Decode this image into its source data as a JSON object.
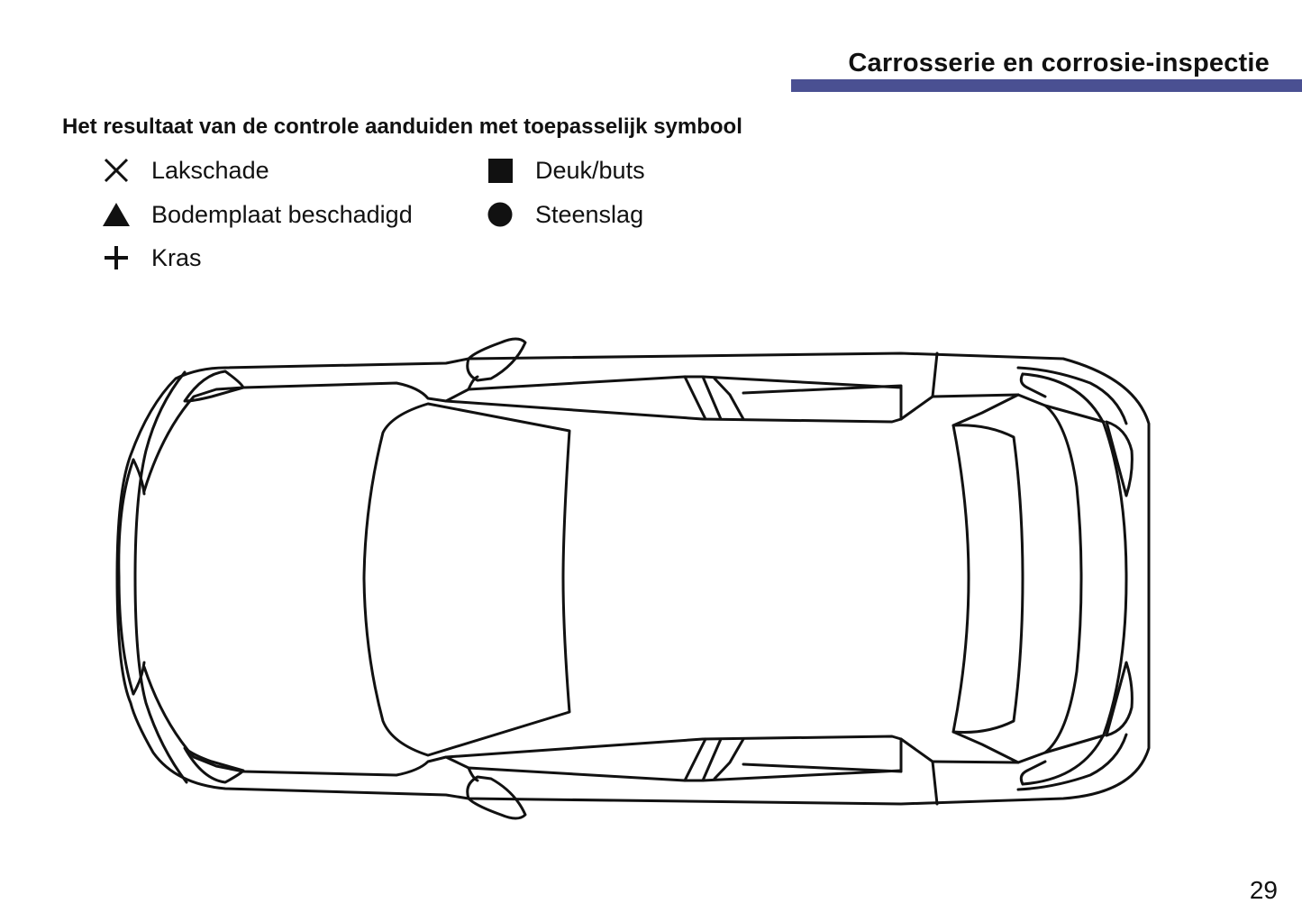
{
  "header": {
    "title": "Carrosserie en corrosie-inspectie",
    "accent_color": "#4a5092"
  },
  "instruction": "Het resultaat van de controle aanduiden met toepasselijk symbool",
  "legend": [
    {
      "symbol": "cross-icon",
      "label": "Lakschade"
    },
    {
      "symbol": "triangle-icon",
      "label": "Bodemplaat beschadigd"
    },
    {
      "symbol": "plus-icon",
      "label": "Kras"
    },
    {
      "symbol": "square-icon",
      "label": "Deuk/buts"
    },
    {
      "symbol": "circle-icon",
      "label": "Steenslag"
    }
  ],
  "diagram": {
    "subject": "car-top-view-outline"
  },
  "page_number": "29"
}
